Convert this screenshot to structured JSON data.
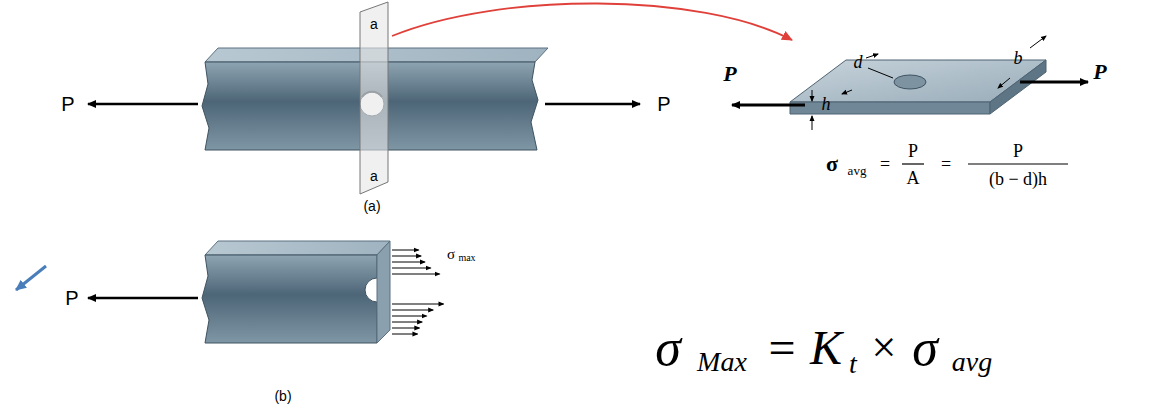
{
  "diagram": {
    "labels": [
      "P",
      "a",
      "a",
      "P",
      "(a)",
      "P",
      "d",
      "h",
      "b",
      "P",
      "σ",
      "avg",
      "=",
      "P",
      "A",
      "=",
      "P",
      "(b − d)h",
      "P",
      "σ",
      "max",
      "(b)",
      "σ",
      "Max",
      "=",
      "K",
      "t",
      "×",
      "σ",
      "avg"
    ]
  }
}
